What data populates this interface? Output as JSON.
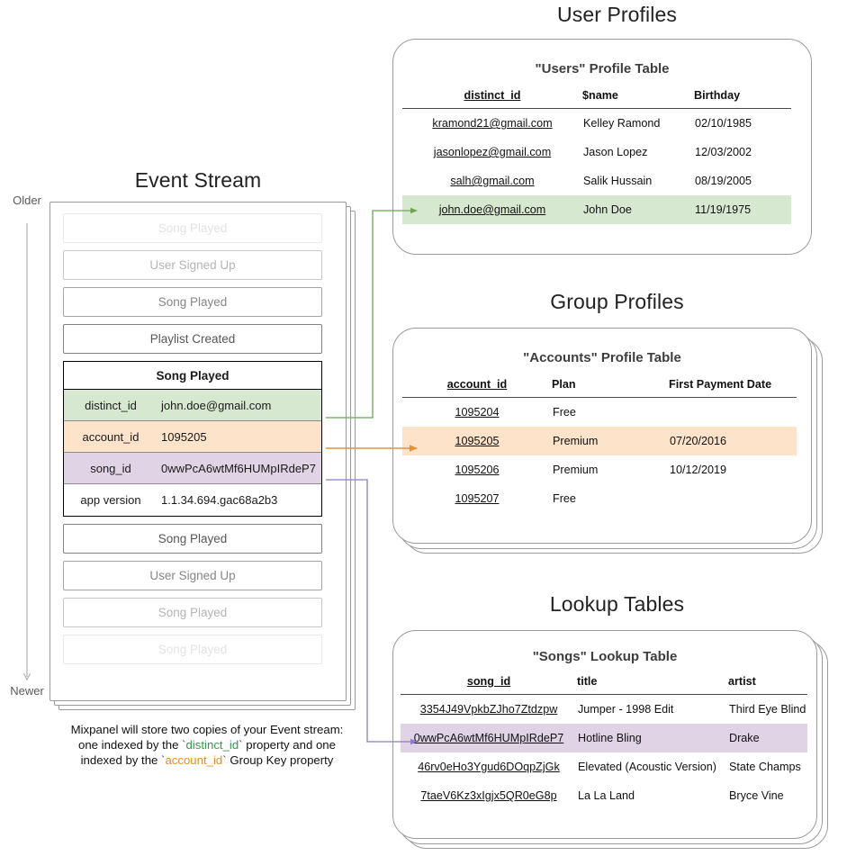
{
  "sections": {
    "event_stream_title": "Event Stream",
    "user_profiles_title": "User Profiles",
    "group_profiles_title": "Group Profiles",
    "lookup_tables_title": "Lookup Tables"
  },
  "timeline": {
    "older_label": "Older",
    "newer_label": "Newer"
  },
  "event_stream": {
    "events_before": [
      {
        "label": "Song Played",
        "opacity_class": "ghost-05"
      },
      {
        "label": "User Signed Up",
        "opacity_class": "ghost-20"
      },
      {
        "label": "Song Played",
        "opacity_class": "ghost-45"
      },
      {
        "label": "Playlist Created",
        "opacity_class": "ghost-70"
      }
    ],
    "selected_event": {
      "name": "Song Played",
      "properties": [
        {
          "key": "distinct_id",
          "value": "john.doe@gmail.com",
          "highlight": "green"
        },
        {
          "key": "account_id",
          "value": "1095205",
          "highlight": "orange"
        },
        {
          "key": "song_id",
          "value": "0wwPcA6wtMf6HUMpIRdeP7",
          "highlight": "purple"
        },
        {
          "key": "app version",
          "value": "1.1.34.694.gac68a2b3",
          "highlight": "none"
        }
      ]
    },
    "events_after": [
      {
        "label": "Song Played",
        "opacity_class": "ghost-70"
      },
      {
        "label": "User Signed Up",
        "opacity_class": "ghost-45"
      },
      {
        "label": "Song Played",
        "opacity_class": "ghost-20"
      },
      {
        "label": "Song Played",
        "opacity_class": "ghost-05"
      }
    ],
    "caption": {
      "line1": "Mixpanel will store two copies of your Event stream:",
      "line2_a": "one indexed by the ",
      "line2_token": "distinct_id",
      "line2_b": " property and one",
      "line3_a": "indexed by the ",
      "line3_token": "account_id",
      "line3_b": " Group Key property"
    }
  },
  "users_table": {
    "title": "\"Users\" Profile Table",
    "columns": [
      "distinct_id",
      "$name",
      "Birthday"
    ],
    "rows": [
      {
        "cells": [
          "kramond21@gmail.com",
          "Kelley Ramond",
          "02/10/1985"
        ],
        "highlight": "none"
      },
      {
        "cells": [
          "jasonlopez@gmail.com",
          "Jason Lopez",
          "12/03/2002"
        ],
        "highlight": "none"
      },
      {
        "cells": [
          "salh@gmail.com",
          "Salik Hussain",
          "08/19/2005"
        ],
        "highlight": "none"
      },
      {
        "cells": [
          "john.doe@gmail.com",
          "John Doe",
          "11/19/1975"
        ],
        "highlight": "green"
      }
    ]
  },
  "accounts_table": {
    "title": "\"Accounts\" Profile Table",
    "columns": [
      "account_id",
      "Plan",
      "First Payment Date"
    ],
    "rows": [
      {
        "cells": [
          "1095204",
          "Free",
          ""
        ],
        "highlight": "none"
      },
      {
        "cells": [
          "1095205",
          "Premium",
          "07/20/2016"
        ],
        "highlight": "orange"
      },
      {
        "cells": [
          "1095206",
          "Premium",
          "10/12/2019"
        ],
        "highlight": "none"
      },
      {
        "cells": [
          "1095207",
          "Free",
          ""
        ],
        "highlight": "none"
      }
    ]
  },
  "songs_table": {
    "title": "\"Songs\" Lookup Table",
    "columns": [
      "song_id",
      "title",
      "artist"
    ],
    "rows": [
      {
        "cells": [
          "3354J49VpkbZJho7Ztdzpw",
          "Jumper - 1998 Edit",
          "Third Eye Blind"
        ],
        "highlight": "none"
      },
      {
        "cells": [
          "0wwPcA6wtMf6HUMpIRdeP7",
          "Hotline Bling",
          "Drake"
        ],
        "highlight": "purple"
      },
      {
        "cells": [
          "46rv0eHo3Ygud6DOqpZjGk",
          "Elevated (Acoustic Version)",
          "State Champs"
        ],
        "highlight": "none"
      },
      {
        "cells": [
          "7taeV6Kz3xIgjx5QR0eG8p",
          "La La Land",
          "Bryce Vine"
        ],
        "highlight": "none"
      }
    ]
  },
  "colors": {
    "green": "#d7e8d1",
    "orange": "#fce3c9",
    "purple": "#e0d3e6",
    "green_arrow": "#6aa84f",
    "orange_arrow": "#e69138",
    "purple_arrow": "#8e7cc3",
    "card_border": "#9a9a9a"
  }
}
